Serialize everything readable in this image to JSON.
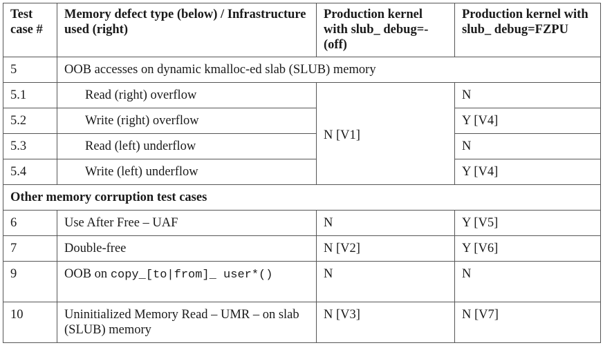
{
  "headers": [
    "Test case #",
    "Memory defect type (below) / Infrastructure used (right)",
    "Production kernel with slub_ debug=- (off)",
    "Production kernel with slub_ debug=FZPU"
  ],
  "section1": {
    "case": "5",
    "title": "OOB accesses on dynamic kmalloc-ed slab (SLUB) memory"
  },
  "oob_rows": [
    {
      "case": "5.1",
      "defect": "Read (right) overflow",
      "debug": "N"
    },
    {
      "case": "5.2",
      "defect": "Write (right) overflow",
      "debug": "Y [V4]"
    },
    {
      "case": "5.3",
      "defect": "Read (left) underflow",
      "debug": "N"
    },
    {
      "case": "5.4",
      "defect": "Write (left) underflow",
      "debug": "Y [V4]"
    }
  ],
  "oob_off_merged": "N [V1]",
  "section2": {
    "title": "Other memory corruption test cases"
  },
  "rows": [
    {
      "case": "6",
      "defect": "Use After Free – UAF",
      "off": "N",
      "debug": "Y [V5]"
    },
    {
      "case": "7",
      "defect": "Double-free",
      "off": "N [V2]",
      "debug": "Y [V6]"
    },
    {
      "case": "9",
      "defect_prefix": "OOB on ",
      "defect_code": "copy_[to|from]_ user*()",
      "off": "N",
      "debug": "N"
    },
    {
      "case": "10",
      "defect": "Uninitialized Memory Read – UMR – on slab (SLUB) memory",
      "off": "N [V3]",
      "debug": "N [V7]"
    }
  ]
}
